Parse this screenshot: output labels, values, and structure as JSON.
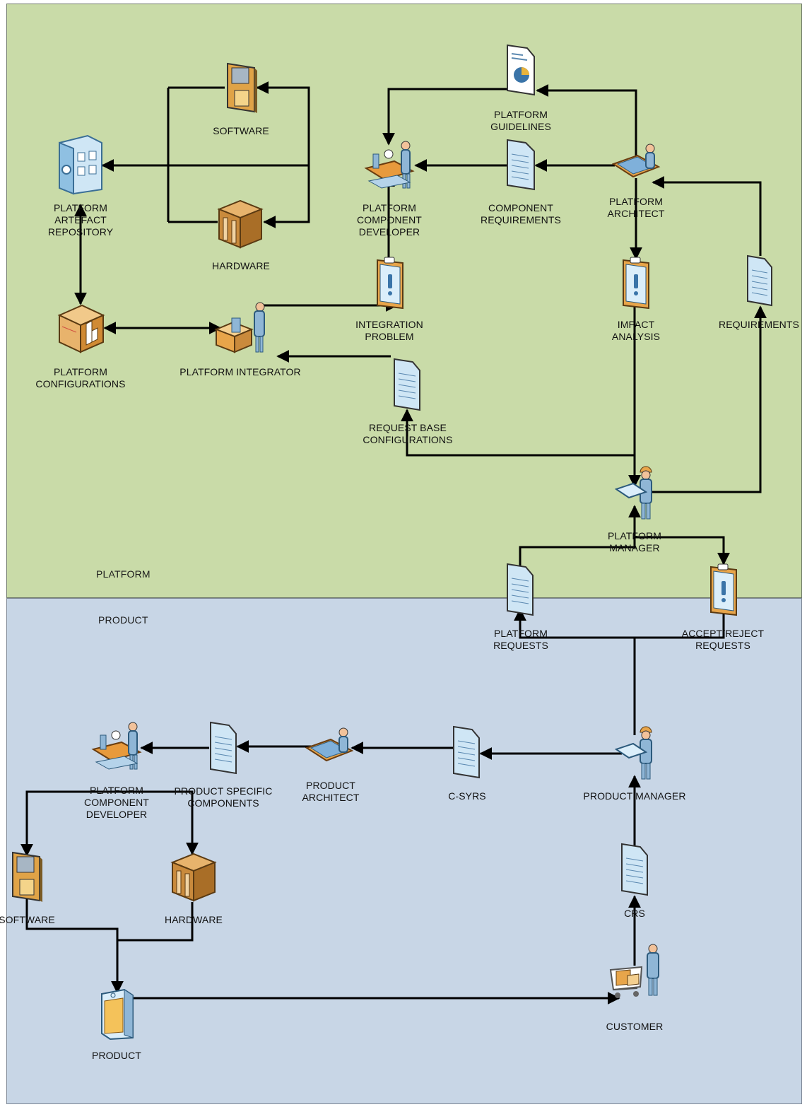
{
  "zones": {
    "platform": "PLATFORM",
    "product": "PRODUCT"
  },
  "nodes": {
    "platform_artefact_repository": "PLATFORM\nARTEFACT\nREPOSITORY",
    "software_top": "SOFTWARE",
    "hardware_top": "HARDWARE",
    "platform_component_developer_top": "PLATFORM\nCOMPONENT\nDEVELOPER",
    "platform_guidelines": "PLATFORM\nGUIDELINES",
    "component_requirements": "COMPONENT\nREQUIREMENTS",
    "platform_architect": "PLATFORM\nARCHITECT",
    "platform_configurations": "PLATFORM\nCONFIGURATIONS",
    "platform_integrator": "PLATFORM INTEGRATOR",
    "integration_problem": "INTEGRATION\nPROBLEM",
    "impact_analysis": "IMPACT\nANALYSIS",
    "requirements": "REQUIREMENTS",
    "request_base_configurations": "REQUEST BASE\nCONFIGURATIONS",
    "platform_manager": "PLATFORM\nMANAGER",
    "platform_requests": "PLATFORM\nREQUESTS",
    "accept_reject_requests": "ACCEPT/REJECT\nREQUESTS",
    "platform_component_developer_bottom": "PLATFORM\nCOMPONENT\nDEVELOPER",
    "product_specific_components": "PRODUCT SPECIFIC\nCOMPONENTS",
    "product_architect": "PRODUCT\nARCHITECT",
    "c_syrs": "C-SYRS",
    "product_manager": "PRODUCT MANAGER",
    "software_bottom": "SOFTWARE",
    "hardware_bottom": "HARDWARE",
    "crs": "CRS",
    "product": "PRODUCT",
    "customer": "CUSTOMER"
  },
  "icons": {
    "person": "person-icon",
    "document": "document-icon",
    "clipboard": "clipboard-alert-icon",
    "floppy": "floppy-disk-icon",
    "box": "box-icon",
    "building": "building-icon",
    "package": "package-icon",
    "cart": "shopping-cart-icon",
    "product": "product-box-icon"
  },
  "colors": {
    "platform_zone": "#c9dba8",
    "product_zone": "#c8d6e6",
    "connector": "#000000",
    "person_blue": "#8fb6d6",
    "document_blue": "#cfe6f5",
    "box_brown": "#c98a3c"
  }
}
